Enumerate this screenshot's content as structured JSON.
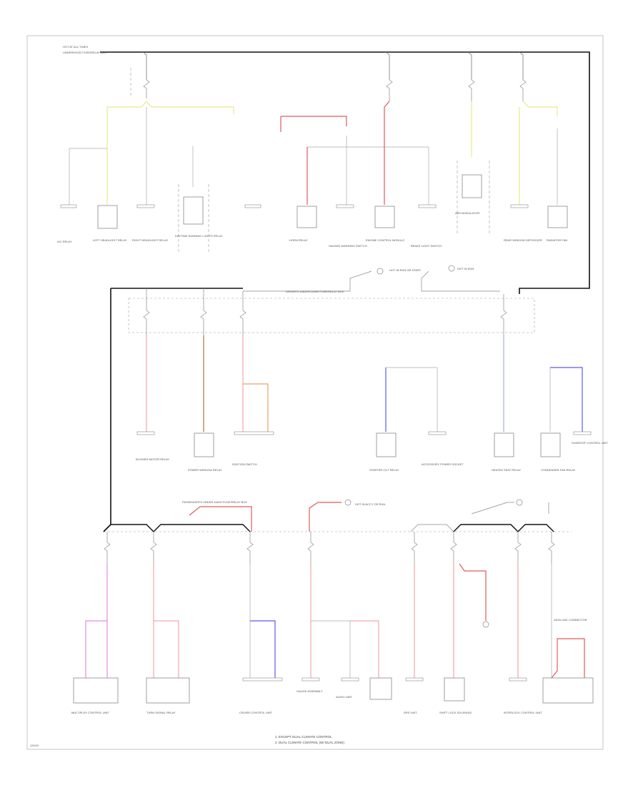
{
  "diagram": {
    "wire_colors": {
      "black": "#111111",
      "gray": "#9a9a9a",
      "yellow": "#e9e98a",
      "red": "#e05a5a",
      "pink": "#f3a6a6",
      "violet": "#e48ae4",
      "blue": "#5b5bef",
      "light_blue": "#a7a7f5",
      "orange": "#eda065",
      "brown": "#9c7a3c"
    },
    "power_sources": [
      {
        "label": "HOT AT ALL TIMES"
      },
      {
        "label": "HOT IN RUN OR START"
      },
      {
        "label": "HOT IN RUN"
      },
      {
        "label": "HOT IN ACCY OR RUN"
      }
    ],
    "fuse_boxes": [
      {
        "label": "UNDERHOOD FUSE/RELAY BOX"
      },
      {
        "label": "DRIVER'S UNDER-DASH FUSE/RELAY BOX"
      },
      {
        "label": "PASSENGER'S UNDER-DASH FUSE/RELAY BOX"
      }
    ],
    "row1_components": [
      {
        "label": "A/C RELAY"
      },
      {
        "label": "LEFT HEADLIGHT RELAY"
      },
      {
        "label": "RIGHT HEADLIGHT RELAY"
      },
      {
        "label": "DAYTIME RUNNING LIGHTS RELAY"
      },
      {
        "label": "HORN RELAY"
      },
      {
        "label": "HAZARD WARNING SWITCH"
      },
      {
        "label": "ENGINE CONTROL MODULE"
      },
      {
        "label": "BRAKE LIGHT SWITCH"
      },
      {
        "label": "ABS MODULATOR"
      },
      {
        "label": "REAR WINDOW DEFOGGER"
      },
      {
        "label": "RADIATOR FAN"
      }
    ],
    "row2_components": [
      {
        "label": "BLOWER MOTOR RELAY"
      },
      {
        "label": "POWER WINDOW RELAY"
      },
      {
        "label": "IGNITION SWITCH"
      },
      {
        "label": "STARTER CUT RELAY"
      },
      {
        "label": "ACCESSORY POWER SOCKET"
      },
      {
        "label": "HEATED SEAT RELAY"
      },
      {
        "label": "CONDENSER FAN RELAY"
      },
      {
        "label": "SUNROOF CONTROL UNIT"
      }
    ],
    "row3_components": [
      {
        "label": "MULTIPLEX CONTROL UNIT"
      },
      {
        "label": "TURN SIGNAL RELAY"
      },
      {
        "label": "CRUISE CONTROL UNIT"
      },
      {
        "label": "GAUGE ASSEMBLY"
      },
      {
        "label": "AUDIO UNIT"
      },
      {
        "label": "SRS UNIT"
      },
      {
        "label": "SHIFT LOCK SOLENOID"
      },
      {
        "label": "INTERLOCK CONTROL UNIT"
      },
      {
        "label": "DATA LINK CONNECTOR"
      }
    ],
    "footnotes": [
      "1. EXCEPT DUAL CLIMATE CONTROL",
      "2. DUAL CLIMATE CONTROL (W/ DUAL ZONE)"
    ],
    "figure_code": "Q00245"
  }
}
